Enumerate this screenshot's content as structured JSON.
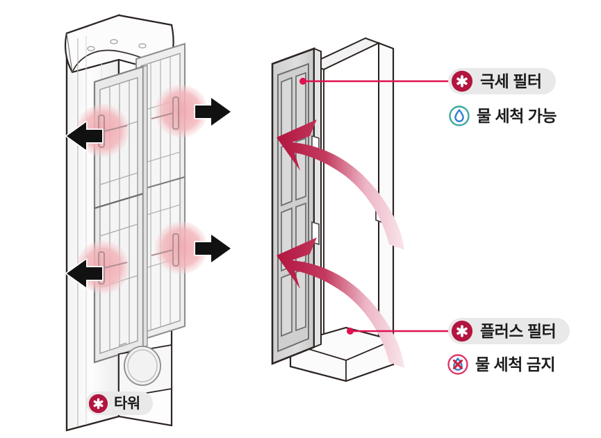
{
  "document": {
    "kind": "appliance-manual-illustration",
    "subject": "air-purifier-tower-filter-removal"
  },
  "left_illustration": {
    "name": "tower-unit-with-filters",
    "tower_label": {
      "badge_icon": "asterisk-star-icon",
      "text": "타워",
      "badge_color": "#b2153f",
      "pill_color": "#e9e9e9"
    },
    "arrows": [
      {
        "name": "pull-left-arrow-upper",
        "direction": "left",
        "color": "#111111"
      },
      {
        "name": "pull-right-arrow-upper",
        "direction": "right",
        "color": "#111111"
      },
      {
        "name": "pull-left-arrow-lower",
        "direction": "left",
        "color": "#111111"
      },
      {
        "name": "pull-right-arrow-lower",
        "direction": "right",
        "color": "#111111"
      }
    ],
    "highlights": {
      "name": "latch-highlight-circle",
      "color": "#f2b6bb",
      "count": 4
    }
  },
  "right_illustration": {
    "name": "filter-panel-detach-view",
    "motion_arrows": [
      {
        "name": "detach-swoosh-arrow-upper",
        "color_start": "#b2153f",
        "color_end": "#f7dbe2"
      },
      {
        "name": "detach-swoosh-arrow-lower",
        "color_start": "#b2153f",
        "color_end": "#f7dbe2"
      }
    ],
    "leader_lines": {
      "color": "#e0114f",
      "dot_color": "#e0114f"
    }
  },
  "callouts": [
    {
      "id": "fine-filter",
      "badge_icon": "asterisk-star-icon",
      "title": "극세 필터",
      "status_icon": "water-droplet-washable-icon",
      "status_text": "물 세척 가능",
      "status_icon_ring_color": "#3aa8a0",
      "status_icon_drop_color": "#2f7fd1"
    },
    {
      "id": "plus-filter",
      "badge_icon": "asterisk-star-icon",
      "title": "플러스 필터",
      "status_icon": "water-droplet-no-wash-icon",
      "status_text": "물 세척 금지",
      "status_icon_ring_color": "#e0356b",
      "status_icon_drop_color": "#2f7fd1",
      "status_icon_cross_color": "#d21f3c"
    }
  ],
  "palette": {
    "badge": "#b2153f",
    "pill_bg": "#e9e9e9",
    "leader_line": "#e0114f",
    "arrow_black": "#111111",
    "highlight_pink": "#f2b6bb",
    "outline": "#2b2422",
    "panel_fill": "#d8d8d8",
    "body_fill": "#fbfbfb"
  }
}
